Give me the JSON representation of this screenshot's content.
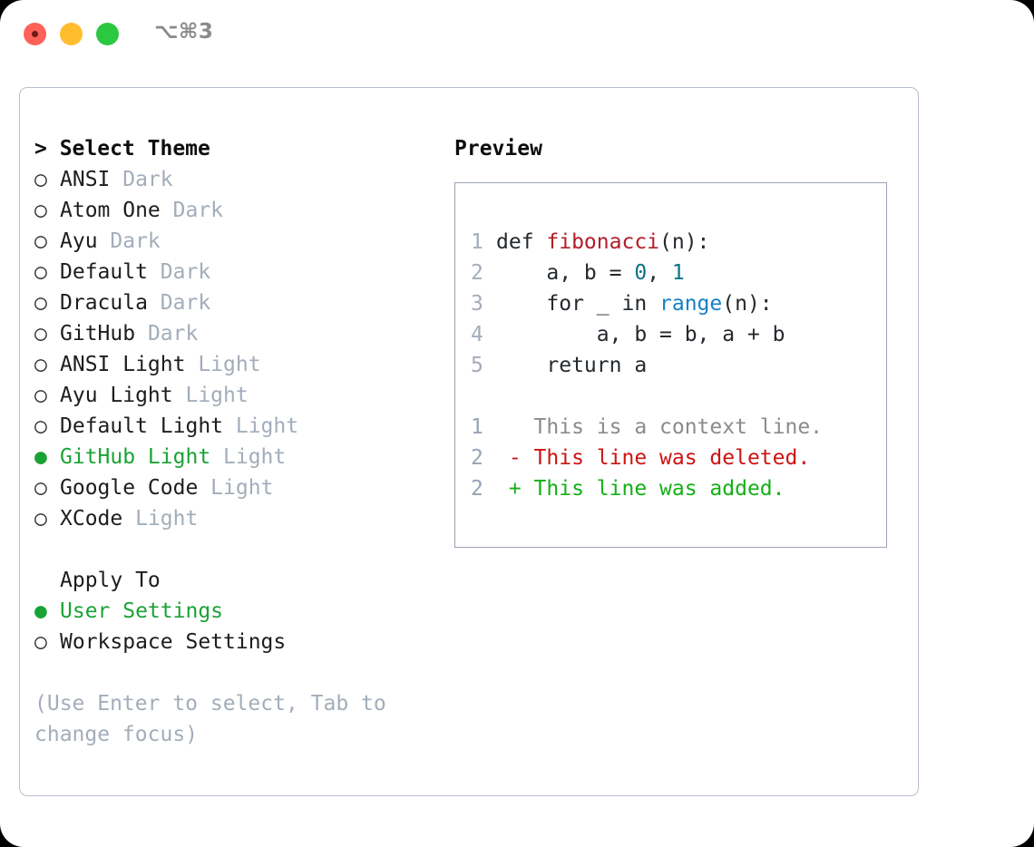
{
  "window": {
    "traffic_lights": [
      "close-red",
      "minimize-yellow",
      "maximize-green"
    ],
    "shortcut": "⌥⌘3"
  },
  "colors": {
    "selected_green": "#1aa335",
    "tag_grey": "#a3adba",
    "panel_border": "#b6bfcc",
    "preview_border": "#9aa5b4",
    "diff_delete": "#cc1414",
    "diff_add": "#14b014",
    "diff_context": "#8b8b8b",
    "syntax_function": "#b31d28",
    "syntax_number": "#0b7285",
    "syntax_builtin": "#1580c4"
  },
  "theme_list": {
    "title": "> Select Theme",
    "marker_off": "○",
    "marker_on": "●",
    "items": [
      {
        "name": "ANSI",
        "tag": "Dark",
        "selected": false
      },
      {
        "name": "Atom One",
        "tag": "Dark",
        "selected": false
      },
      {
        "name": "Ayu",
        "tag": "Dark",
        "selected": false
      },
      {
        "name": "Default",
        "tag": "Dark",
        "selected": false
      },
      {
        "name": "Dracula",
        "tag": "Dark",
        "selected": false
      },
      {
        "name": "GitHub",
        "tag": "Dark",
        "selected": false
      },
      {
        "name": "ANSI Light",
        "tag": "Light",
        "selected": false
      },
      {
        "name": "Ayu Light",
        "tag": "Light",
        "selected": false
      },
      {
        "name": "Default Light",
        "tag": "Light",
        "selected": false
      },
      {
        "name": "GitHub Light",
        "tag": "Light",
        "selected": true
      },
      {
        "name": "Google Code",
        "tag": "Light",
        "selected": false
      },
      {
        "name": "XCode",
        "tag": "Light",
        "selected": false
      }
    ]
  },
  "apply_to": {
    "title": "Apply To",
    "items": [
      {
        "name": "User Settings",
        "selected": true
      },
      {
        "name": "Workspace Settings",
        "selected": false
      }
    ]
  },
  "hint": "(Use Enter to select, Tab to change focus)",
  "preview": {
    "title": "Preview",
    "code_lines": [
      {
        "number": "1",
        "tokens": [
          {
            "text": "def ",
            "type": "plain"
          },
          {
            "text": "fibonacci",
            "type": "fn"
          },
          {
            "text": "(n):",
            "type": "plain"
          }
        ]
      },
      {
        "number": "2",
        "tokens": [
          {
            "text": "    a, b = ",
            "type": "plain"
          },
          {
            "text": "0",
            "type": "num"
          },
          {
            "text": ", ",
            "type": "plain"
          },
          {
            "text": "1",
            "type": "num"
          }
        ]
      },
      {
        "number": "3",
        "tokens": [
          {
            "text": "    for _ in ",
            "type": "plain"
          },
          {
            "text": "range",
            "type": "call"
          },
          {
            "text": "(n):",
            "type": "plain"
          }
        ]
      },
      {
        "number": "4",
        "tokens": [
          {
            "text": "        a, b = b, a + b",
            "type": "plain"
          }
        ]
      },
      {
        "number": "5",
        "tokens": [
          {
            "text": "    return a",
            "type": "plain"
          }
        ]
      }
    ],
    "diff_lines": [
      {
        "number": "1",
        "prefix": "  ",
        "text": "This is a context line.",
        "kind": "context"
      },
      {
        "number": "2",
        "prefix": "- ",
        "text": "This line was deleted.",
        "kind": "delete"
      },
      {
        "number": "2",
        "prefix": "+ ",
        "text": "This line was added.",
        "kind": "add"
      }
    ]
  }
}
